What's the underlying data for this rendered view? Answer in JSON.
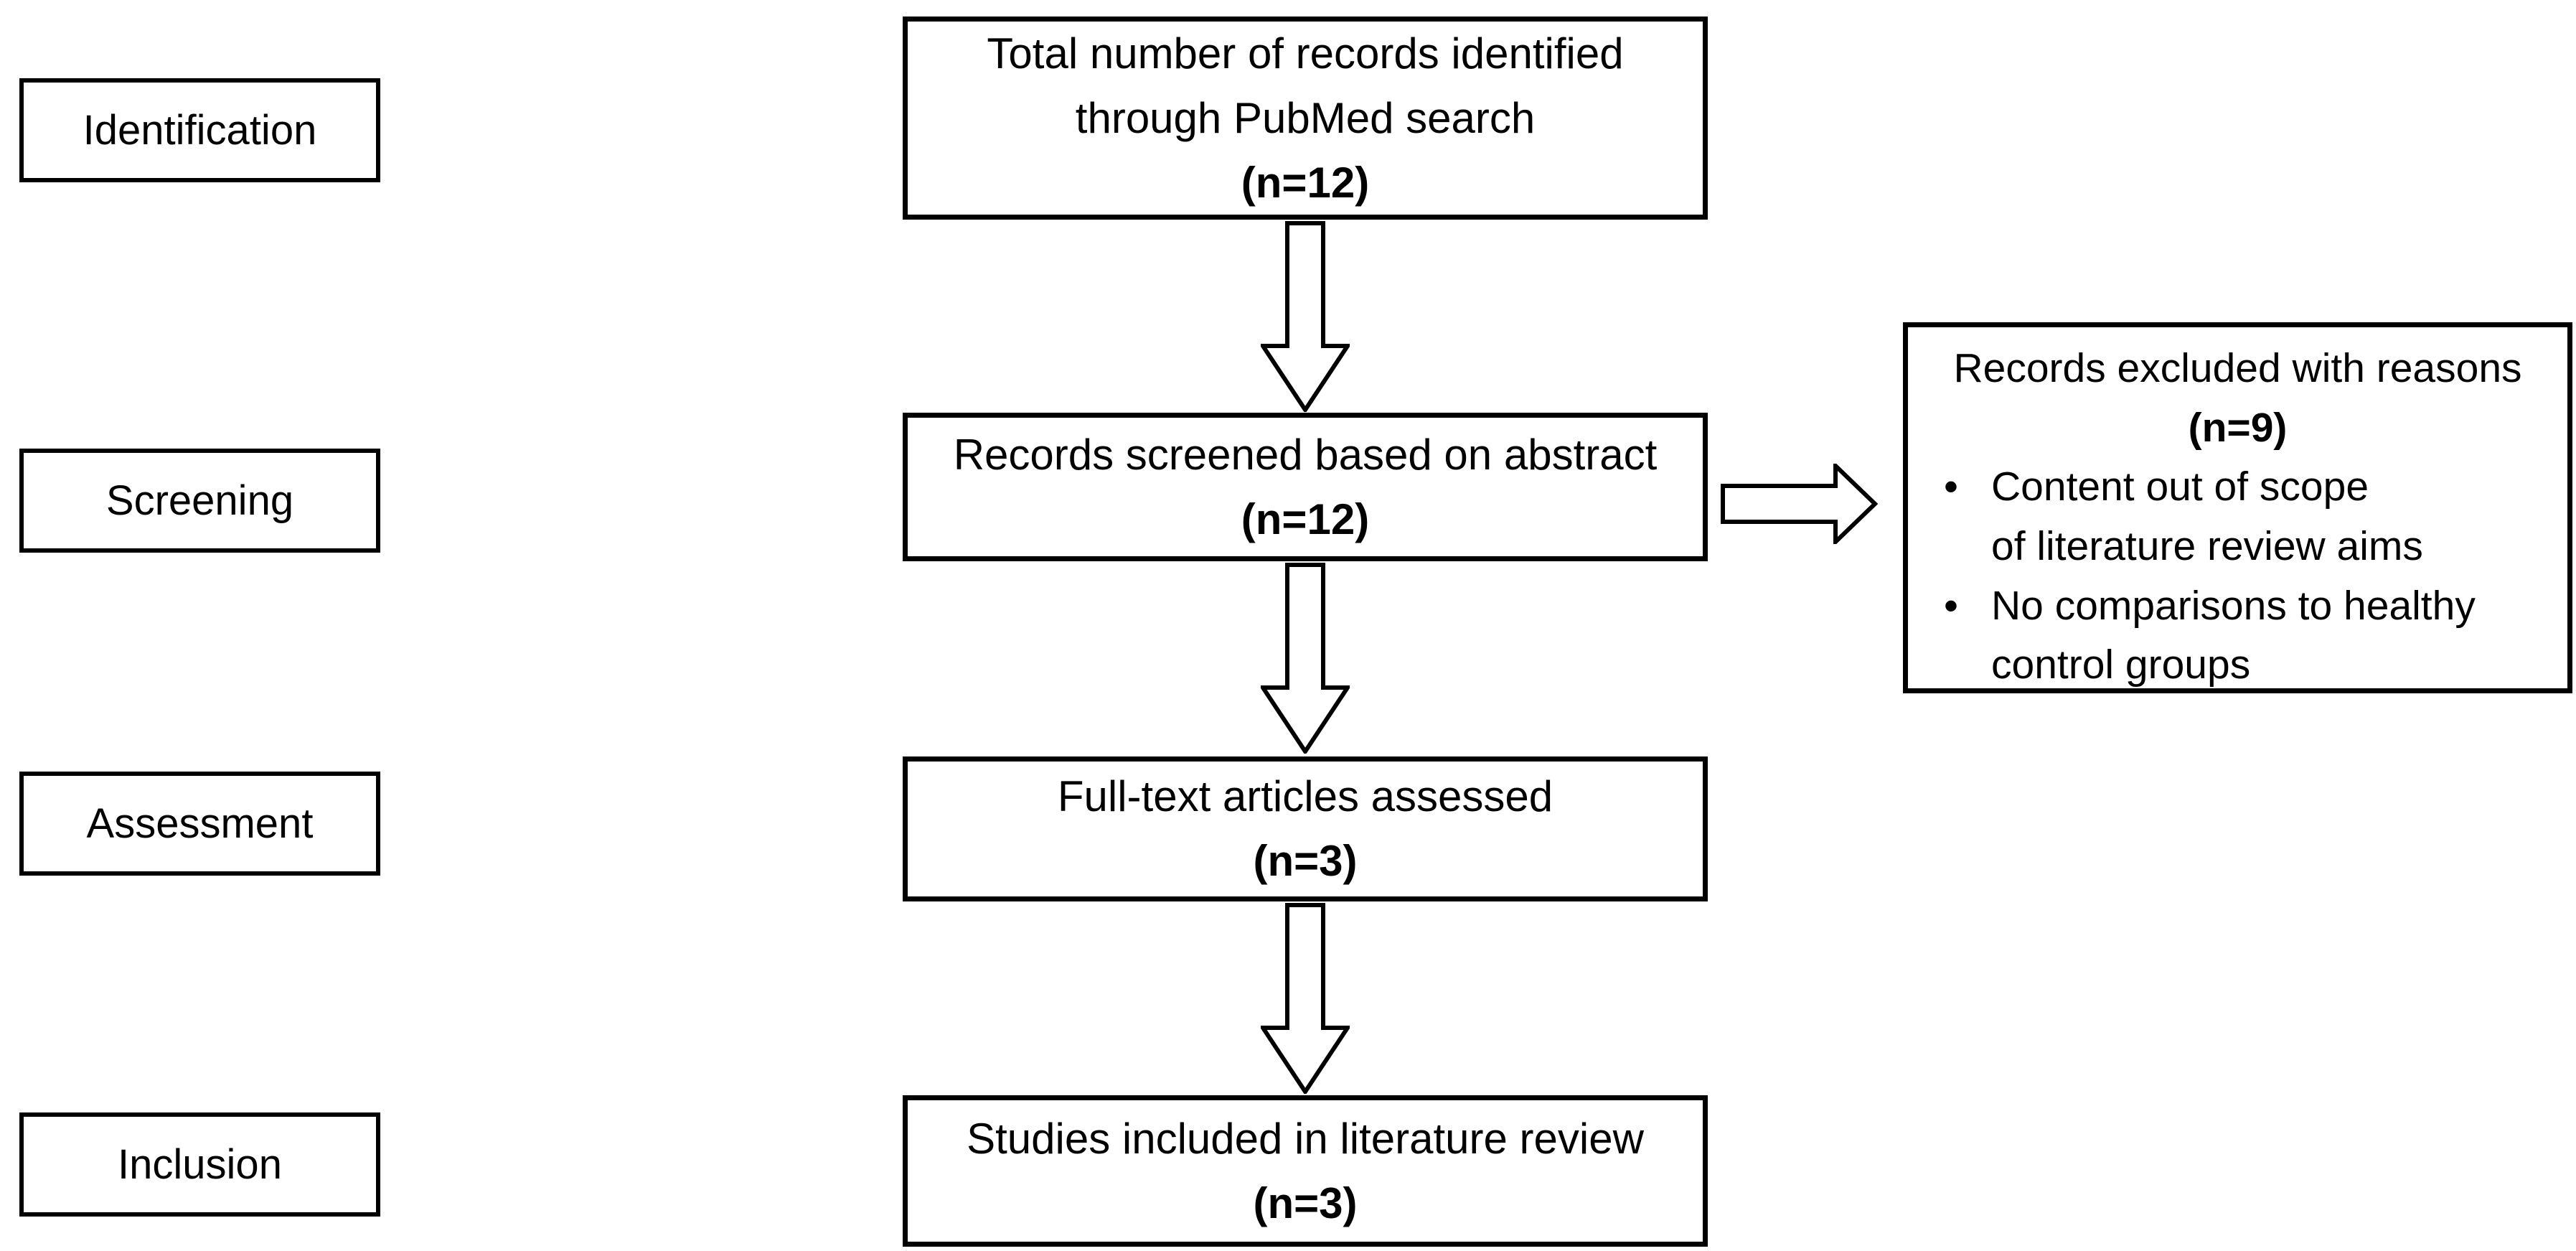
{
  "diagram": {
    "background": "#ffffff",
    "border_color": "#000000",
    "text_color": "#000000",
    "stages": [
      {
        "label": "Identification"
      },
      {
        "label": "Screening"
      },
      {
        "label": "Assessment"
      },
      {
        "label": "Inclusion"
      }
    ],
    "flow_boxes": [
      {
        "lines": [
          "Total number of records identified",
          "through PubMed search"
        ],
        "count": "(n=12)"
      },
      {
        "lines": [
          "Records screened based on abstract"
        ],
        "count": "(n=12)"
      },
      {
        "lines": [
          "Full-text articles assessed"
        ],
        "count": "(n=3)"
      },
      {
        "lines": [
          "Studies included in literature review"
        ],
        "count": "(n=3)"
      }
    ],
    "exclusion_box": {
      "title": "Records excluded with reasons",
      "count": "(n=9)",
      "bullet_marker": "•",
      "bullets": [
        {
          "lines": [
            "Content out of scope",
            "of literature review aims"
          ]
        },
        {
          "lines": [
            "No comparisons to healthy",
            "control groups"
          ]
        }
      ]
    }
  }
}
